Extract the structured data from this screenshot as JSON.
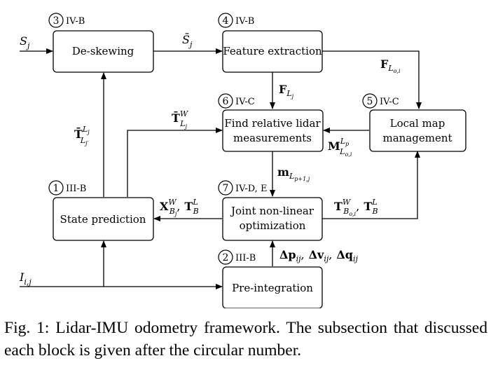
{
  "blocks": {
    "deskew": {
      "label": "De-skewing",
      "number": "3",
      "section": "IV-B"
    },
    "feature": {
      "label": "Feature extraction",
      "number": "4",
      "section": "IV-B"
    },
    "relative": {
      "line1": "Find relative lidar",
      "line2": "measurements",
      "number": "6",
      "section": "IV-C"
    },
    "localmap": {
      "line1": "Local map",
      "line2": "management",
      "number": "5",
      "section": "IV-C"
    },
    "state": {
      "label": "State prediction",
      "number": "1",
      "section": "III-B"
    },
    "joint": {
      "line1": "Joint non-linear",
      "line2": "optimization",
      "number": "7",
      "section": "IV-D, E"
    },
    "preint": {
      "label": "Pre-integration",
      "number": "2",
      "section": "III-B"
    }
  },
  "signals": {
    "S_j": {
      "base": "S",
      "sub": "j"
    },
    "S_bar_j": {
      "base": "S̄",
      "sub": "j"
    },
    "F_Loi": {
      "base": "F",
      "sub": "L",
      "subsub": "o,i"
    },
    "F_Lj": {
      "base": "F",
      "sub": "L",
      "subsub": "j"
    },
    "T_bar_W_Lj": {
      "base": "T̄",
      "sup": "W",
      "sub": "L",
      "subsub": "j"
    },
    "T_bar_Lj_Ljp": {
      "base": "T̄",
      "sup": "L",
      "supsub": "j",
      "sub": "L",
      "subsub": "j′"
    },
    "M_Lp_Loi": {
      "base": "M",
      "sup": "L",
      "supsub": "p",
      "sub": "L",
      "subsub": "o,i"
    },
    "m_L": {
      "base": "m",
      "sub": "L",
      "subsub": "p+1,j"
    },
    "XT_left": {
      "a_base": "X",
      "a_sup": "W",
      "a_sub": "B",
      "a_subsub": "j",
      "sep": ",",
      "b_base": "T",
      "b_sup": "L",
      "b_sub": "B"
    },
    "TT_right": {
      "a_base": "T",
      "a_sup": "W",
      "a_sub": "B",
      "a_subsub": "o,i",
      "sep": ",",
      "b_base": "T",
      "b_sup": "L",
      "b_sub": "B"
    },
    "deltas": {
      "p": "Δp",
      "v": "Δv",
      "q": "Δq",
      "sub": "ij",
      "sep": ","
    },
    "I_ij": {
      "base": "I",
      "sub": "i,j"
    }
  },
  "caption": "Fig. 1: Lidar-IMU odometry framework. The subsection that discussed each block is given after the circular number."
}
